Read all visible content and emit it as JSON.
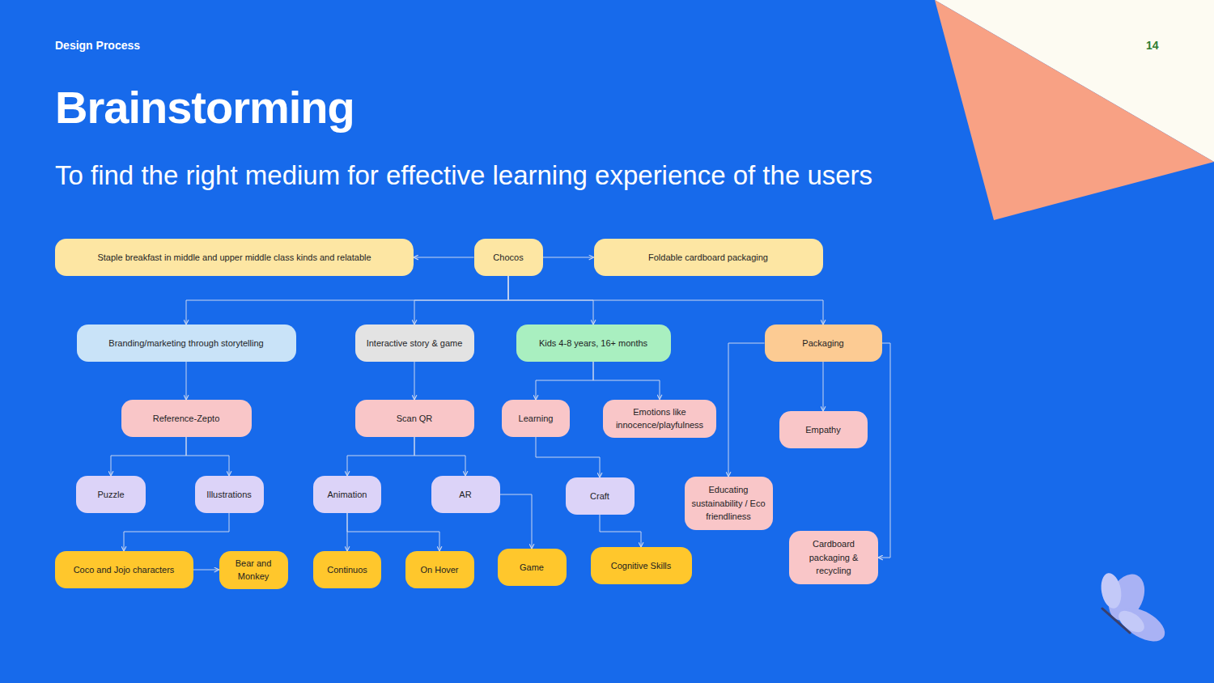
{
  "diagram": {
    "title": "Brainstorming",
    "nodes": [
      {
        "text": [
          "Staple breakfast in middle and upper middle class kinds and relatable"
        ]
      },
      {
        "text": [
          "Chocos"
        ]
      },
      {
        "text": [
          "Foldable cardboard packaging"
        ]
      },
      {
        "text": [
          "Branding/marketing through storytelling"
        ]
      },
      {
        "text": [
          "Interactive story & game"
        ]
      },
      {
        "text": [
          "Kids 4-8 years, 16+ months"
        ]
      },
      {
        "text": [
          "Packaging"
        ]
      },
      {
        "text": [
          "Reference-Zepto"
        ]
      },
      {
        "text": [
          "Scan QR"
        ]
      },
      {
        "text": [
          "Learning"
        ]
      },
      {
        "text": [
          "Emotions like innocence/playfulness"
        ]
      },
      {
        "text": [
          "Empathy"
        ]
      },
      {
        "text": [
          "Puzzle"
        ]
      },
      {
        "text": [
          "Illustrations"
        ]
      },
      {
        "text": [
          "Animation"
        ]
      },
      {
        "text": [
          "AR"
        ]
      },
      {
        "text": [
          "Craft"
        ]
      },
      {
        "text": [
          "Educating sustainability / Eco friendliness"
        ]
      },
      {
        "text": [
          "Coco and Jojo characters"
        ]
      },
      {
        "text": [
          "Bear and Monkey"
        ]
      },
      {
        "text": [
          "Continuos"
        ]
      },
      {
        "text": [
          "On Hover"
        ]
      },
      {
        "text": [
          "Game"
        ]
      },
      {
        "text": [
          "Cognitive Skills"
        ]
      },
      {
        "text": [
          "Cardboard packaging & recycling"
        ]
      }
    ],
    "edges": [
      {
        "from": 1,
        "to": 0,
        "arrow": "to"
      },
      {
        "from": 1,
        "to": 2,
        "arrow": "to"
      },
      {
        "from": 1,
        "to": 3,
        "arrow": "to"
      },
      {
        "from": 1,
        "to": 4,
        "arrow": "to"
      },
      {
        "from": 1,
        "to": 5,
        "arrow": "to"
      },
      {
        "from": 1,
        "to": 6,
        "arrow": "to"
      },
      {
        "from": 3,
        "to": 7,
        "arrow": "to"
      },
      {
        "from": 4,
        "to": 8,
        "arrow": "to"
      },
      {
        "from": 5,
        "to": 9,
        "arrow": "to"
      },
      {
        "from": 5,
        "to": 10,
        "arrow": "to"
      },
      {
        "from": 6,
        "to": 17,
        "arrow": "to"
      },
      {
        "from": 6,
        "to": 11,
        "arrow": "to"
      },
      {
        "from": 6,
        "to": 24,
        "arrow": "to"
      },
      {
        "from": 7,
        "to": 12,
        "arrow": "to"
      },
      {
        "from": 7,
        "to": 13,
        "arrow": "to"
      },
      {
        "from": 8,
        "to": 14,
        "arrow": "to"
      },
      {
        "from": 8,
        "to": 15,
        "arrow": "to"
      },
      {
        "from": 9,
        "to": 16,
        "arrow": "to"
      },
      {
        "from": 13,
        "to": 18,
        "arrow": "to"
      },
      {
        "from": 18,
        "to": 19,
        "arrow": "to"
      },
      {
        "from": 14,
        "to": 20,
        "arrow": "to"
      },
      {
        "from": 14,
        "to": 21,
        "arrow": "to"
      },
      {
        "from": 15,
        "to": 22,
        "arrow": "to"
      },
      {
        "from": 16,
        "to": 23,
        "arrow": "to"
      }
    ],
    "labels": [
      "Design Process",
      "14",
      "To find the right medium for effective learning experience of the users"
    ]
  }
}
